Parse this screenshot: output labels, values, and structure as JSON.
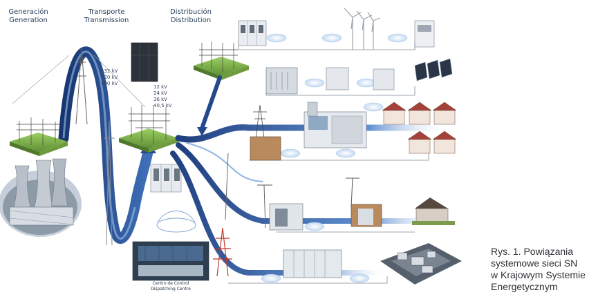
{
  "headers": {
    "generation": [
      "Generación",
      "Generation"
    ],
    "transmission": [
      "Transporte",
      "Transmission"
    ],
    "distribution": [
      "Distribución",
      "Distribution"
    ]
  },
  "transmission_voltages": [
    "132 kV",
    "220 kV",
    "400 kV"
  ],
  "distribution_voltages": [
    "12 kV",
    "24 kV",
    "36 kV",
    "40,5 kV"
  ],
  "control_centre": [
    "Centro de Control",
    "Dispatching Centre"
  ],
  "caption": [
    "Rys. 1. Powiązania",
    "systemowe sieci SN",
    "w Krajowym Systemie",
    "Energetycznym"
  ],
  "colors": {
    "line_dark": "#1f3f7f",
    "line_light": "#8fb5e3",
    "platform": "#7fb24c",
    "text": "#2b3f5c"
  }
}
